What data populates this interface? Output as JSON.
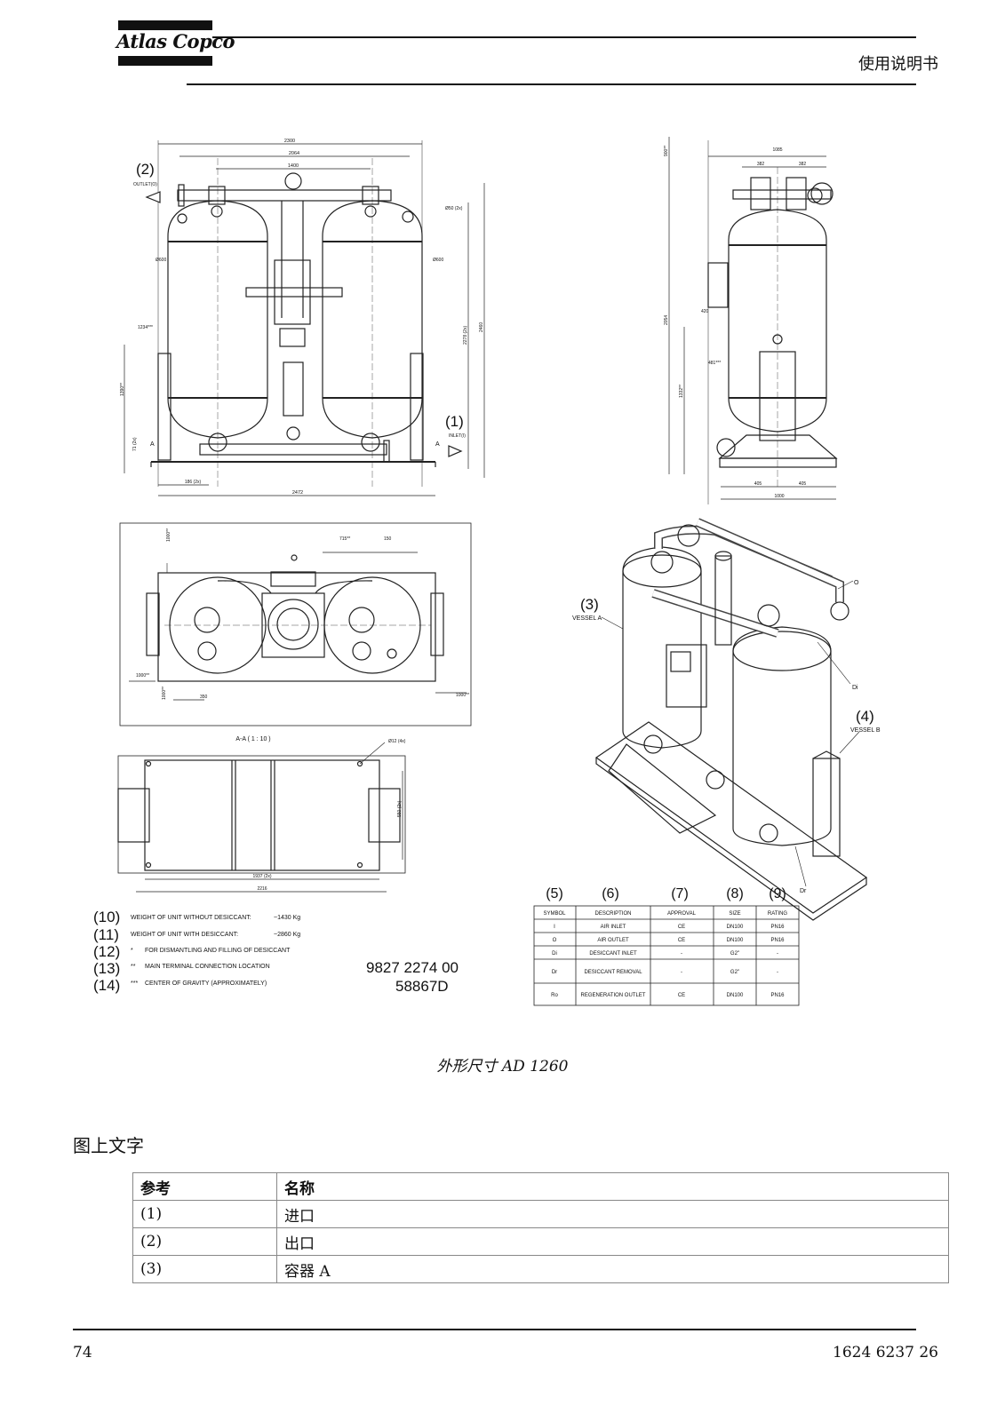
{
  "header": {
    "brand": "Atlas Copco",
    "title": "使用说明书"
  },
  "drawing": {
    "dims_front": {
      "d1": "2300",
      "d2": "2064",
      "d3": "1400",
      "d4": "2472",
      "d5": "186 (2x)",
      "d6": "1234***",
      "d7": "1390**",
      "d8": "71 (2x)",
      "d9": "2278 (2x)",
      "d10": "2460",
      "d11": "Ø600",
      "d12": "Ø600",
      "d13": "Ø50 (2x)"
    },
    "dims_side": {
      "d1": "1085",
      "d2": "382",
      "d3": "382",
      "d4": "900**",
      "d5": "2054",
      "d6": "420",
      "d7": "481***",
      "d8": "1332**",
      "d9": "405",
      "d10": "405",
      "d11": "1000"
    },
    "dims_top": {
      "d1": "1000**",
      "d2": "715**",
      "d3": "150",
      "d4": "1000**",
      "d5": "350",
      "d6": "1000**",
      "d7": "1000**"
    },
    "dims_base": {
      "section": "A-A ( 1 : 10 )",
      "d1": "Ø12 (4x)",
      "d2": "1937 (2x)",
      "d3": "2216",
      "d4": "550 (2x)"
    },
    "callouts": {
      "c2": "(2)",
      "c2_label": "OUTLET(O)",
      "c1": "(1)",
      "c1_label": "INLET(I)",
      "c3": "(3)",
      "c3_label": "VESSEL A",
      "c4": "(4)",
      "c4_label": "VESSEL B",
      "section_a": "A",
      "o": "O",
      "di": "Di",
      "dr": "Dr"
    },
    "notes": [
      {
        "num": "(10)",
        "mark": "",
        "text": "WEIGHT OF UNIT WITHOUT DESICCANT:",
        "value": "~1430 Kg"
      },
      {
        "num": "(11)",
        "mark": "",
        "text": "WEIGHT OF UNIT WITH DESICCANT:",
        "value": "~2860 Kg"
      },
      {
        "num": "(12)",
        "mark": "*",
        "text": "FOR DISMANTLING AND FILLING OF DESICCANT",
        "value": ""
      },
      {
        "num": "(13)",
        "mark": "**",
        "text": "MAIN TERMINAL CONNECTION LOCATION",
        "value": ""
      },
      {
        "num": "(14)",
        "mark": "***",
        "text": "CENTER OF GRAVITY (APPROXIMATELY)",
        "value": ""
      }
    ],
    "part_number": "9827 2274 00",
    "drawing_number": "58867D",
    "col_refs": [
      "(5)",
      "(6)",
      "(7)",
      "(8)",
      "(9)"
    ],
    "conn_table": {
      "headers": [
        "SYMBOL",
        "DESCRIPTION",
        "APPROVAL",
        "SIZE",
        "RATING"
      ],
      "rows": [
        [
          "I",
          "AIR INLET",
          "CE",
          "DN100",
          "PN16"
        ],
        [
          "O",
          "AIR OUTLET",
          "CE",
          "DN100",
          "PN16"
        ],
        [
          "Di",
          "DESICCANT INLET",
          "-",
          "G2\"",
          "-"
        ],
        [
          "Dr",
          "DESICCANT REMOVAL",
          "-",
          "G2\"",
          "-"
        ],
        [
          "Ro",
          "REGENERATION OUTLET",
          "CE",
          "DN100",
          "PN16"
        ]
      ]
    }
  },
  "caption": "外形尺寸 AD 1260",
  "section_title": "图上文字",
  "ref_table": {
    "headers": [
      "参考",
      "名称"
    ],
    "rows": [
      [
        "(1)",
        "进口"
      ],
      [
        "(2)",
        "出口"
      ],
      [
        "(3)",
        "容器 A"
      ]
    ]
  },
  "footer": {
    "page": "74",
    "doc_number": "1624 6237 26"
  }
}
